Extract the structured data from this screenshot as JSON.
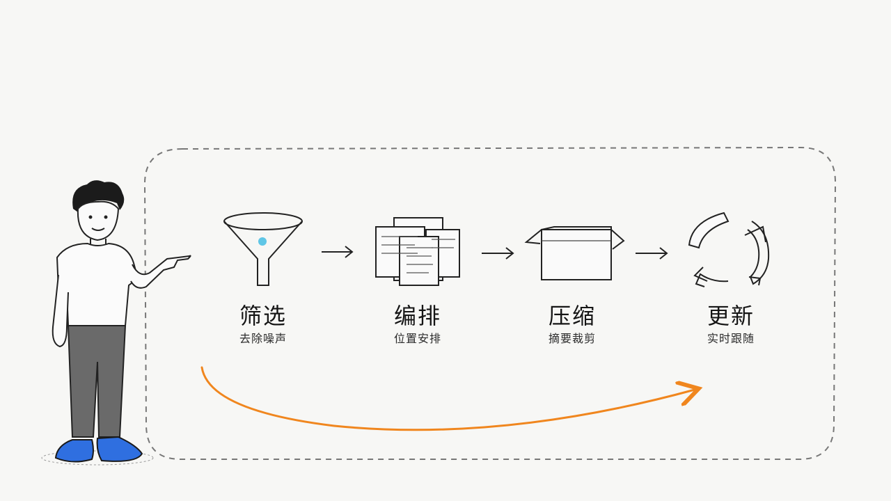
{
  "stages": [
    {
      "title": "筛选",
      "subtitle": "去除噪声",
      "icon": "funnel-icon"
    },
    {
      "title": "编排",
      "subtitle": "位置安排",
      "icon": "documents-stack-icon"
    },
    {
      "title": "压缩",
      "subtitle": "摘要裁剪",
      "icon": "box-icon"
    },
    {
      "title": "更新",
      "subtitle": "实时跟随",
      "icon": "refresh-cycle-icon"
    }
  ],
  "colors": {
    "ink": "#1c1c1c",
    "accent_orange": "#f0861e",
    "accent_blue": "#2f6fe0",
    "funnel_dot": "#5fc6e6",
    "dashed_border": "#777777",
    "pants": "#6a6a6a"
  }
}
